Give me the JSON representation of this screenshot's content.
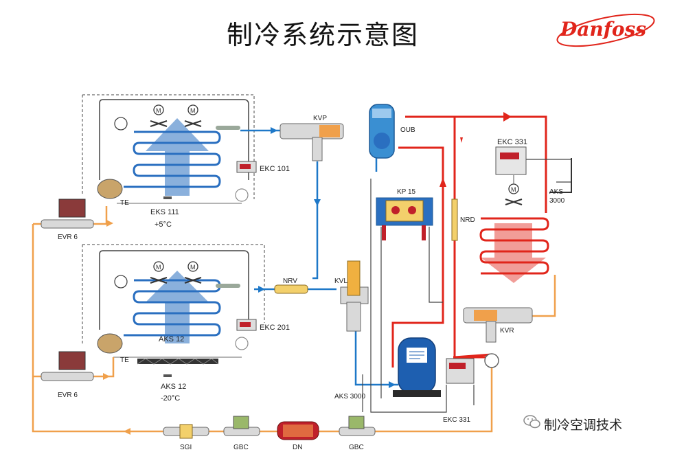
{
  "title": "制冷系统示意图",
  "brand": "Danfoss",
  "watermark": "制冷空调技术",
  "colors": {
    "hot": "#e1251b",
    "suction": "#1e78c8",
    "liquid": "#f0a04b",
    "coil": "#2a6fc0",
    "control_line": "#555555"
  },
  "labels": {
    "kvp": "KVP",
    "oub": "OUB",
    "ekc331_top": "EKC 331",
    "ekc101": "EKC 101",
    "eks111": "EKS 111",
    "temp_top": "+5°C",
    "te_top": "TE",
    "evr6_top": "EVR 6",
    "kp15": "KP 15",
    "nrd": "NRD",
    "aks3000_r": "AKS",
    "aks3000_r2": "3000",
    "nrv": "NRV",
    "kvl": "KVL",
    "ekc201": "EKC 201",
    "aks12_in": "AKS 12",
    "te_bot": "TE",
    "evr6_bot": "EVR 6",
    "aks12": "AKS 12",
    "temp_bot": "-20°C",
    "aks3000": "AKS 3000",
    "ekc331_bot": "EKC 331",
    "kvr": "KVR",
    "sgi": "SGI",
    "gbc1": "GBC",
    "dn": "DN",
    "gbc2": "GBC"
  },
  "icons": [
    "fan-icon",
    "compressor-icon",
    "wechat-icon"
  ]
}
